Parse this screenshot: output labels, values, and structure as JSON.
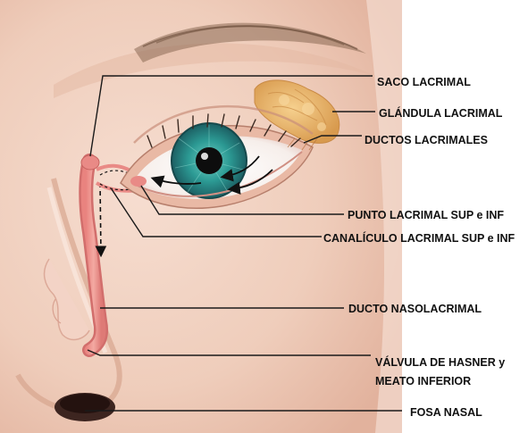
{
  "diagram": {
    "labels": {
      "saco_lacrimal": "SACO LACRIMAL",
      "glandula_lacrimal": "GLÁNDULA LACRIMAL",
      "ductos_lacrimales": "DUCTOS LACRIMALES",
      "punto_lacrimal": "PUNTO LACRIMAL SUP e INF",
      "canaliculo_lacrimal": "CANALÍCULO LACRIMAL SUP e INF",
      "ducto_nasolacrimal": "DUCTO NASOLACRIMAL",
      "valvula_hasner_1": "VÁLVULA DE HASNER y",
      "valvula_hasner_2": "MEATO INFERIOR",
      "fosa_nasal": "FOSA NASAL"
    },
    "colors": {
      "skin": "#f1d2c2",
      "skin_shadow": "#d9a893",
      "iris": "#2a8c8c",
      "gland": "#e8b46a",
      "duct": "#e98a86",
      "eyebrow": "#7a5a44"
    }
  }
}
